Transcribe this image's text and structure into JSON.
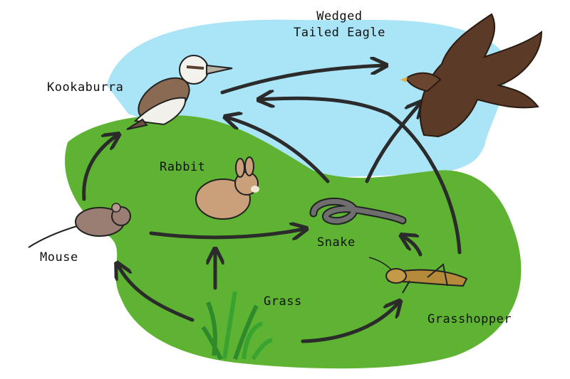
{
  "organisms": {
    "kookaburra": "Kookaburra",
    "eagle_line1": "Wedged",
    "eagle_line2": "Tailed Eagle",
    "rabbit": "Rabbit",
    "mouse": "Mouse",
    "snake": "Snake",
    "grass": "Grass",
    "grasshopper": "Grasshopper"
  },
  "colors": {
    "sky": "#a9e4f7",
    "land": "#5eb432",
    "land_dark": "#4e9e2a",
    "arrow": "#2b2b2b"
  },
  "arrows": [
    {
      "from": "grass",
      "to": "mouse"
    },
    {
      "from": "grass",
      "to": "rabbit"
    },
    {
      "from": "grass",
      "to": "grasshopper"
    },
    {
      "from": "mouse",
      "to": "kookaburra"
    },
    {
      "from": "mouse",
      "to": "snake"
    },
    {
      "from": "grasshopper",
      "to": "snake"
    },
    {
      "from": "grasshopper",
      "to": "kookaburra"
    },
    {
      "from": "snake",
      "to": "kookaburra"
    },
    {
      "from": "snake",
      "to": "eagle"
    },
    {
      "from": "kookaburra",
      "to": "eagle"
    }
  ]
}
